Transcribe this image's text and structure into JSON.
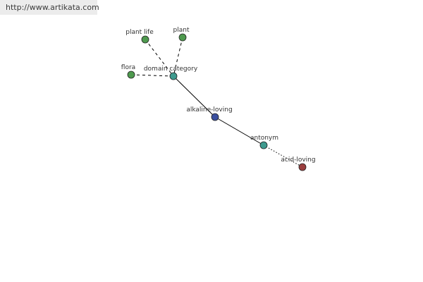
{
  "watermark": {
    "text": "http://www.artikata.com"
  },
  "colors": {
    "plant": "#4e9a4e",
    "category": "#3e9a8e",
    "center": "#3a4f9e",
    "opposite": "#9a3e3e",
    "edge": "#000000",
    "text": "#333333"
  },
  "nodes": [
    {
      "id": "plant-life",
      "label": "plant life",
      "color_key": "plant"
    },
    {
      "id": "plant",
      "label": "plant",
      "color_key": "plant"
    },
    {
      "id": "flora",
      "label": "flora",
      "color_key": "plant"
    },
    {
      "id": "domain-category",
      "label": "domain category",
      "color_key": "category"
    },
    {
      "id": "alkaline-loving",
      "label": "alkaline-loving",
      "color_key": "center"
    },
    {
      "id": "antonym",
      "label": "antonym",
      "color_key": "category"
    },
    {
      "id": "acid-loving",
      "label": "acid-loving",
      "color_key": "opposite"
    }
  ],
  "edges": [
    {
      "from": "plant-life",
      "to": "domain-category",
      "style": "dashed"
    },
    {
      "from": "plant",
      "to": "domain-category",
      "style": "dashed"
    },
    {
      "from": "flora",
      "to": "domain-category",
      "style": "dashed"
    },
    {
      "from": "domain-category",
      "to": "alkaline-loving",
      "style": "solid"
    },
    {
      "from": "alkaline-loving",
      "to": "antonym",
      "style": "solid"
    },
    {
      "from": "antonym",
      "to": "acid-loving",
      "style": "dotted"
    }
  ]
}
